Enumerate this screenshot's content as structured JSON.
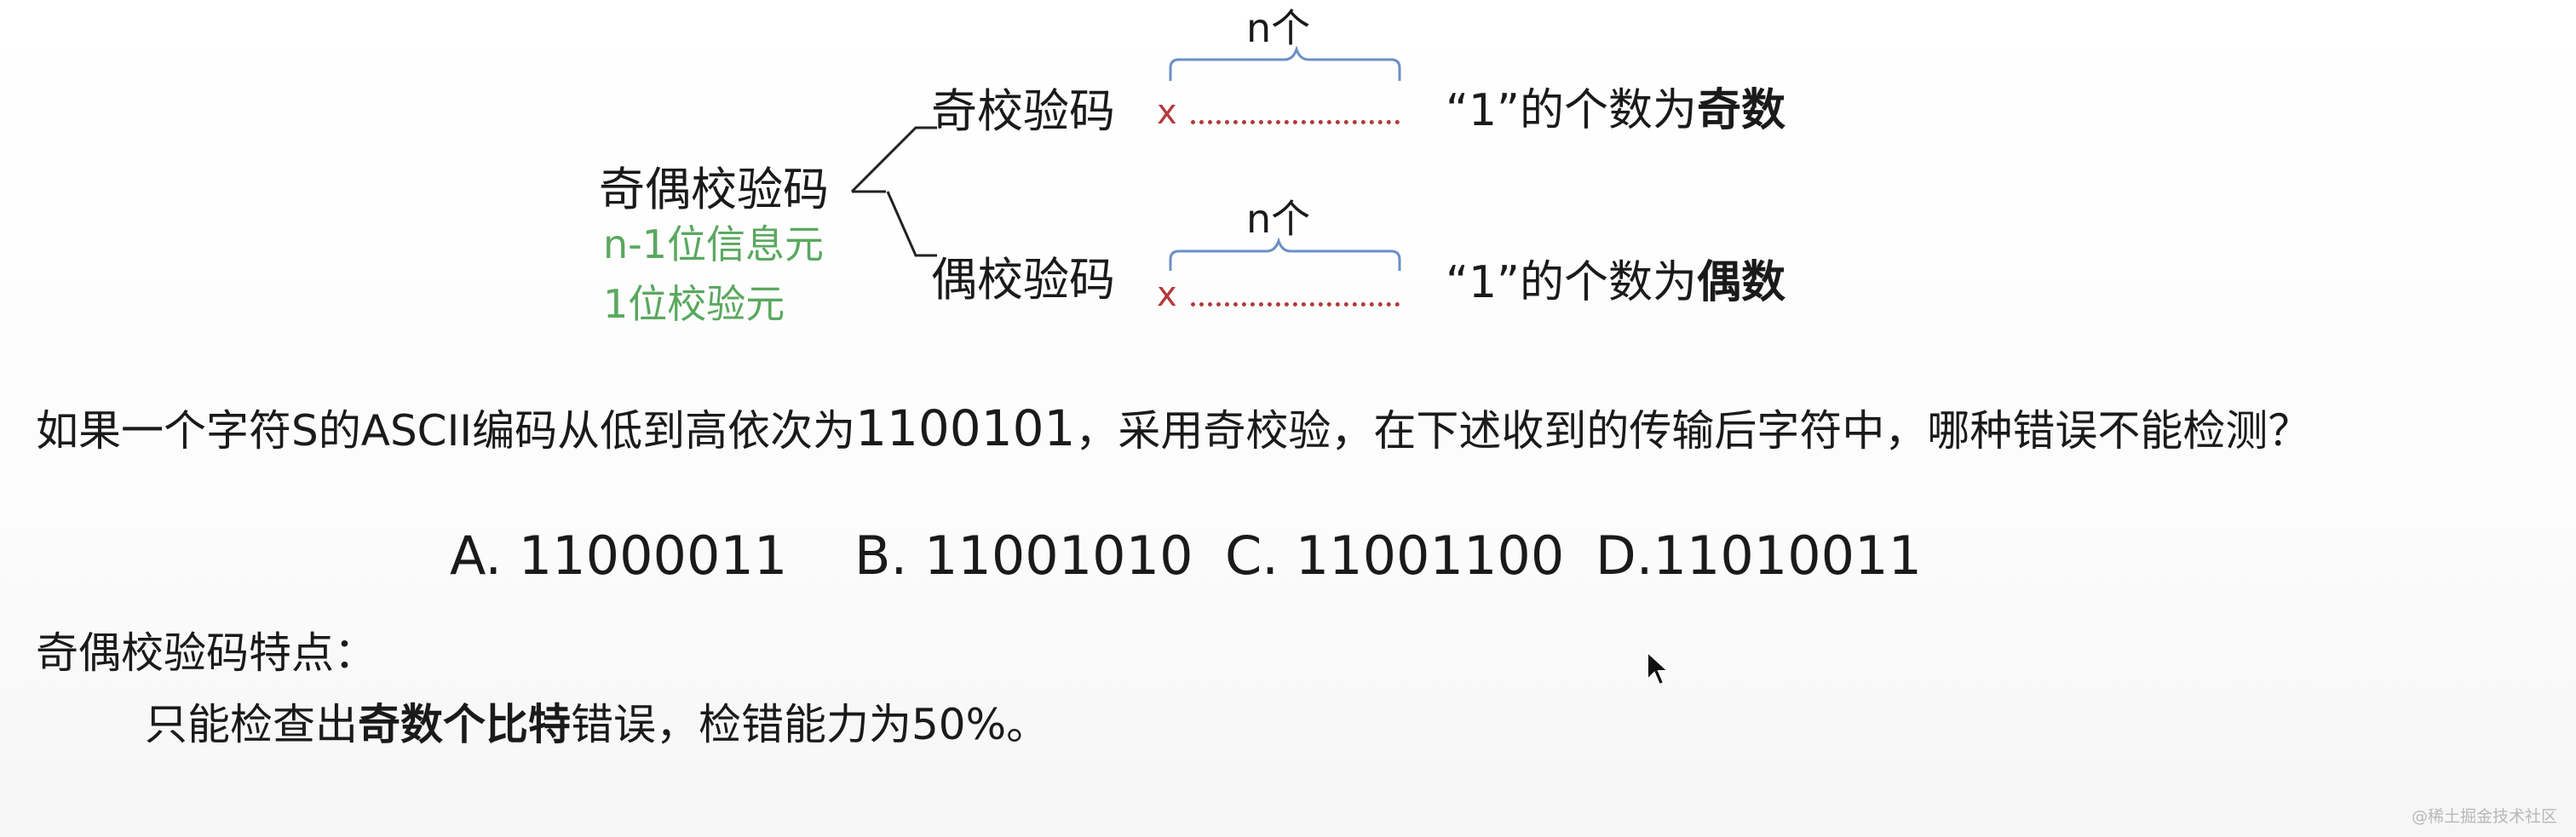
{
  "diagram": {
    "root_label": "奇偶校验码",
    "root_note_1": "n-1位信息元",
    "root_note_2": "1位校验元",
    "branch_odd": {
      "label": "奇校验码",
      "bits_label": "n个",
      "marker": "x",
      "result_prefix": "“1”的个数为",
      "result_emph": "奇数"
    },
    "branch_even": {
      "label": "偶校验码",
      "bits_label": "n个",
      "marker": "x",
      "result_prefix": "“1”的个数为",
      "result_emph": "偶数"
    }
  },
  "question": {
    "text_before": "如果一个字符S的ASCII编码从低到高依次为",
    "code": "1100101",
    "text_after": "，采用奇校验，在下述收到的传输后字符中，哪种错误不能检测？",
    "options": [
      "A. 11000011",
      "B. 11001010",
      "C. 11001100",
      "D.11010011"
    ]
  },
  "features": {
    "heading": "奇偶校验码特点：",
    "line_prefix": "只能检查出",
    "line_emph": "奇数个比特",
    "line_suffix": "错误，检错能力为50%。"
  },
  "watermark": "@稀土掘金技术社区",
  "colors": {
    "accent_green": "#5aa85f",
    "accent_red": "#b33a3a",
    "brace_blue": "#6b8fc4"
  }
}
